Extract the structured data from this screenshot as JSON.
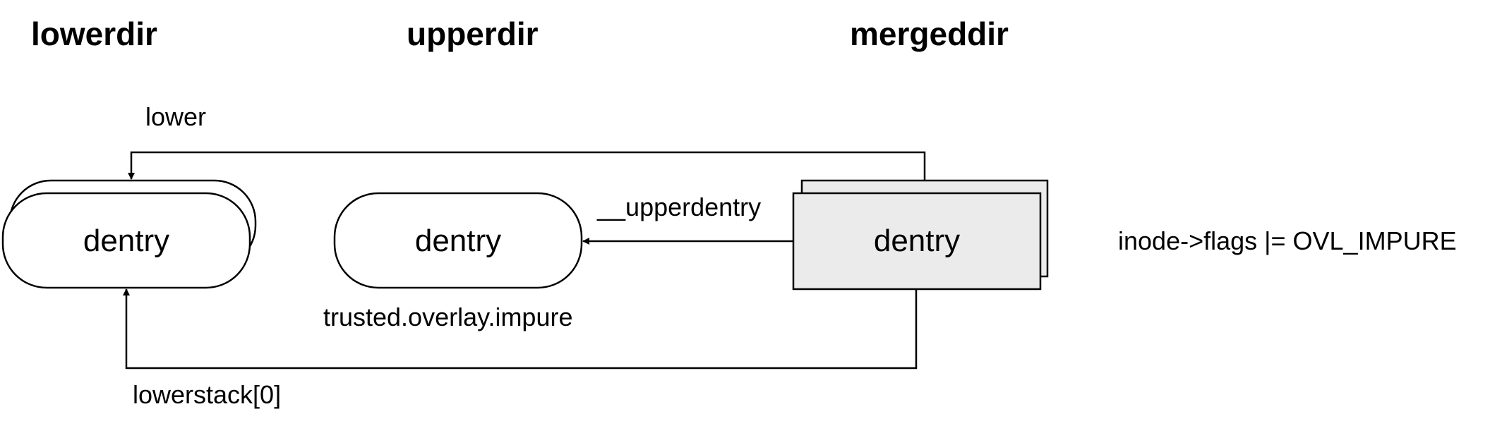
{
  "headings": {
    "lowerdir": "lowerdir",
    "upperdir": "upperdir",
    "mergeddir": "mergeddir"
  },
  "nodes": {
    "lower_dentry": "dentry",
    "upper_dentry": "dentry",
    "merged_dentry": "dentry"
  },
  "edges": {
    "lower": "lower",
    "upperdentry": "__upperdentry",
    "lowerstack": "lowerstack[0]"
  },
  "annotations": {
    "upper_xattr": "trusted.overlay.impure",
    "inode_flags": "inode->flags |= OVL_IMPURE"
  },
  "colors": {
    "stroke": "#000000",
    "merged_fill": "#ebebeb",
    "node_fill": "#ffffff"
  }
}
